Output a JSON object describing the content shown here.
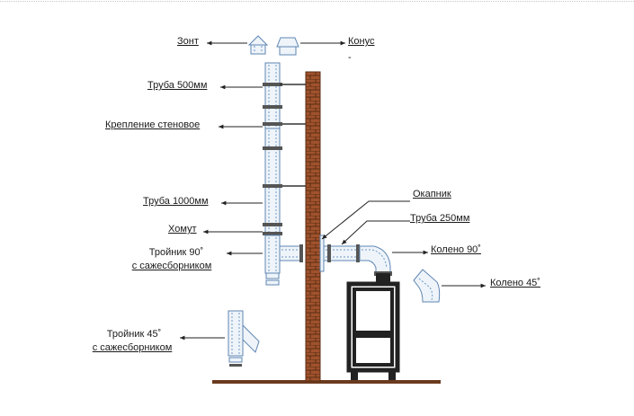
{
  "labels": {
    "zont": "Зонт",
    "konus": "Конус",
    "konus_dash": "-",
    "truba_500": "Труба 500мм",
    "kreplenie": "Крепление стеновое",
    "truba_1000": "Труба 1000мм",
    "khomut": "Хомут",
    "troynik90_line1": "Тройник 90˚",
    "troynik90_line2": "с сажесборником",
    "okapnik": "Окапник",
    "truba_250": "Труба 250мм",
    "koleno_90": "Колено 90˚",
    "koleno_45": "Колено 45˚",
    "troynik45_line1": "Тройник 45˚",
    "troynik45_line2": "с сажесборником"
  },
  "colors": {
    "brick": "#a0522d",
    "brick_mortar": "#5a2e14",
    "pipe_fill": "#eef4f9",
    "pipe_line": "#5f86b3",
    "pipe_dash": "#6d98c9",
    "clamp": "#555555",
    "stove": "#222222",
    "floor": "#6b3a1e"
  }
}
